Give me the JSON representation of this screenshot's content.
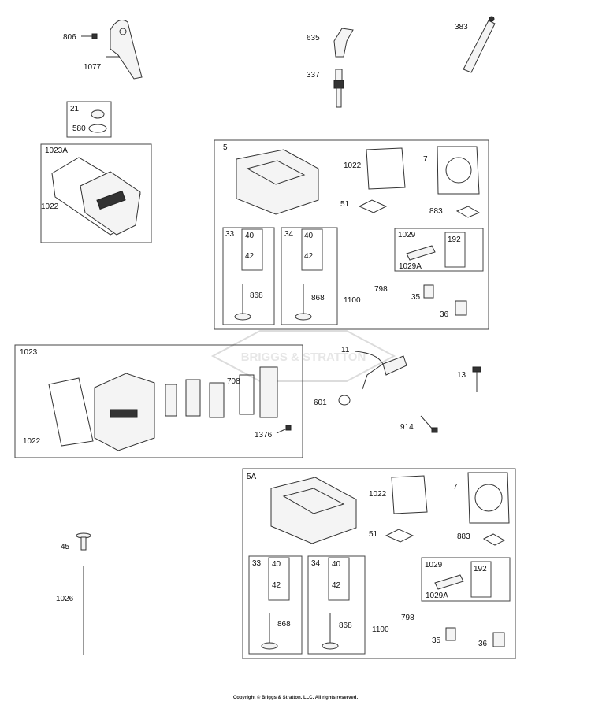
{
  "watermark": "BRIGGS & STRATTON",
  "copyright": "Copyright © Briggs & Stratton, LLC. All rights reserved.",
  "labels": {
    "p806": "806",
    "p1077": "1077",
    "p635": "635",
    "p383": "383",
    "p337": "337",
    "p21": "21",
    "p580": "580",
    "p1023A": "1023A",
    "p1022a": "1022",
    "p5": "5",
    "p1022b": "1022",
    "p7a": "7",
    "p51a": "51",
    "p883a": "883",
    "p33a": "33",
    "p40a": "40",
    "p42a": "42",
    "p868a": "868",
    "p34a": "34",
    "p40b": "40",
    "p42b": "42",
    "p868b": "868",
    "p1029a": "1029",
    "p192a": "192",
    "p1029Aa": "1029A",
    "p798a": "798",
    "p1100a": "1100",
    "p35a": "35",
    "p36a": "36",
    "p1023": "1023",
    "p1022c": "1022",
    "p708": "708",
    "p1376": "1376",
    "p11": "11",
    "p13": "13",
    "p601": "601",
    "p914": "914",
    "p5A": "5A",
    "p1022d": "1022",
    "p7b": "7",
    "p51b": "51",
    "p883b": "883",
    "p33b": "33",
    "p40c": "40",
    "p42c": "42",
    "p868c": "868",
    "p34b": "34",
    "p40d": "40",
    "p42d": "42",
    "p868d": "868",
    "p1029b": "1029",
    "p192b": "192",
    "p1029Ab": "1029A",
    "p798b": "798",
    "p1100b": "1100",
    "p35b": "35",
    "p36b": "36",
    "p45": "45",
    "p1026": "1026"
  }
}
